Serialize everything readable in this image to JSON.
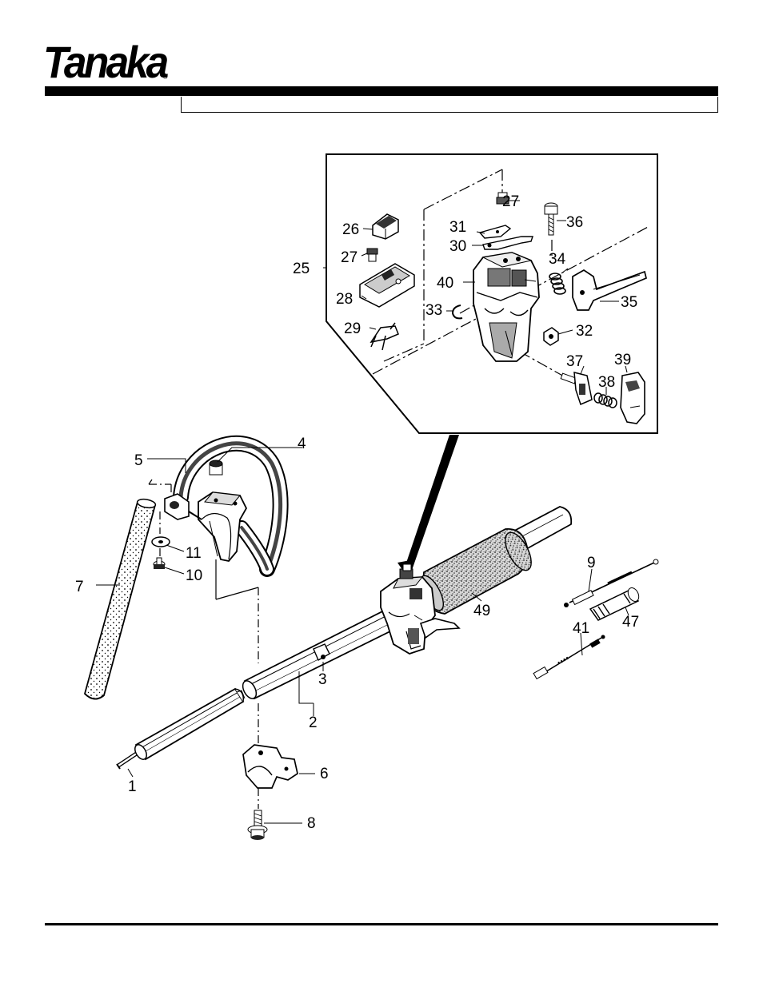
{
  "brand": {
    "logo_text": "Tanaka",
    "registered_mark": "®"
  },
  "header": {
    "title": ""
  },
  "callouts": {
    "p1": "1",
    "p2": "2",
    "p3": "3",
    "p4": "4",
    "p5": "5",
    "p6": "6",
    "p7": "7",
    "p8": "8",
    "p9": "9",
    "p10": "10",
    "p11": "11",
    "p25": "25",
    "p26": "26",
    "p27a": "27",
    "p27b": "27",
    "p28": "28",
    "p29": "29",
    "p30": "30",
    "p31": "31",
    "p32": "32",
    "p33": "33",
    "p34": "34",
    "p35": "35",
    "p36": "36",
    "p37": "37",
    "p38": "38",
    "p39": "39",
    "p40": "40",
    "p41": "41",
    "p47": "47",
    "p49": "49"
  }
}
